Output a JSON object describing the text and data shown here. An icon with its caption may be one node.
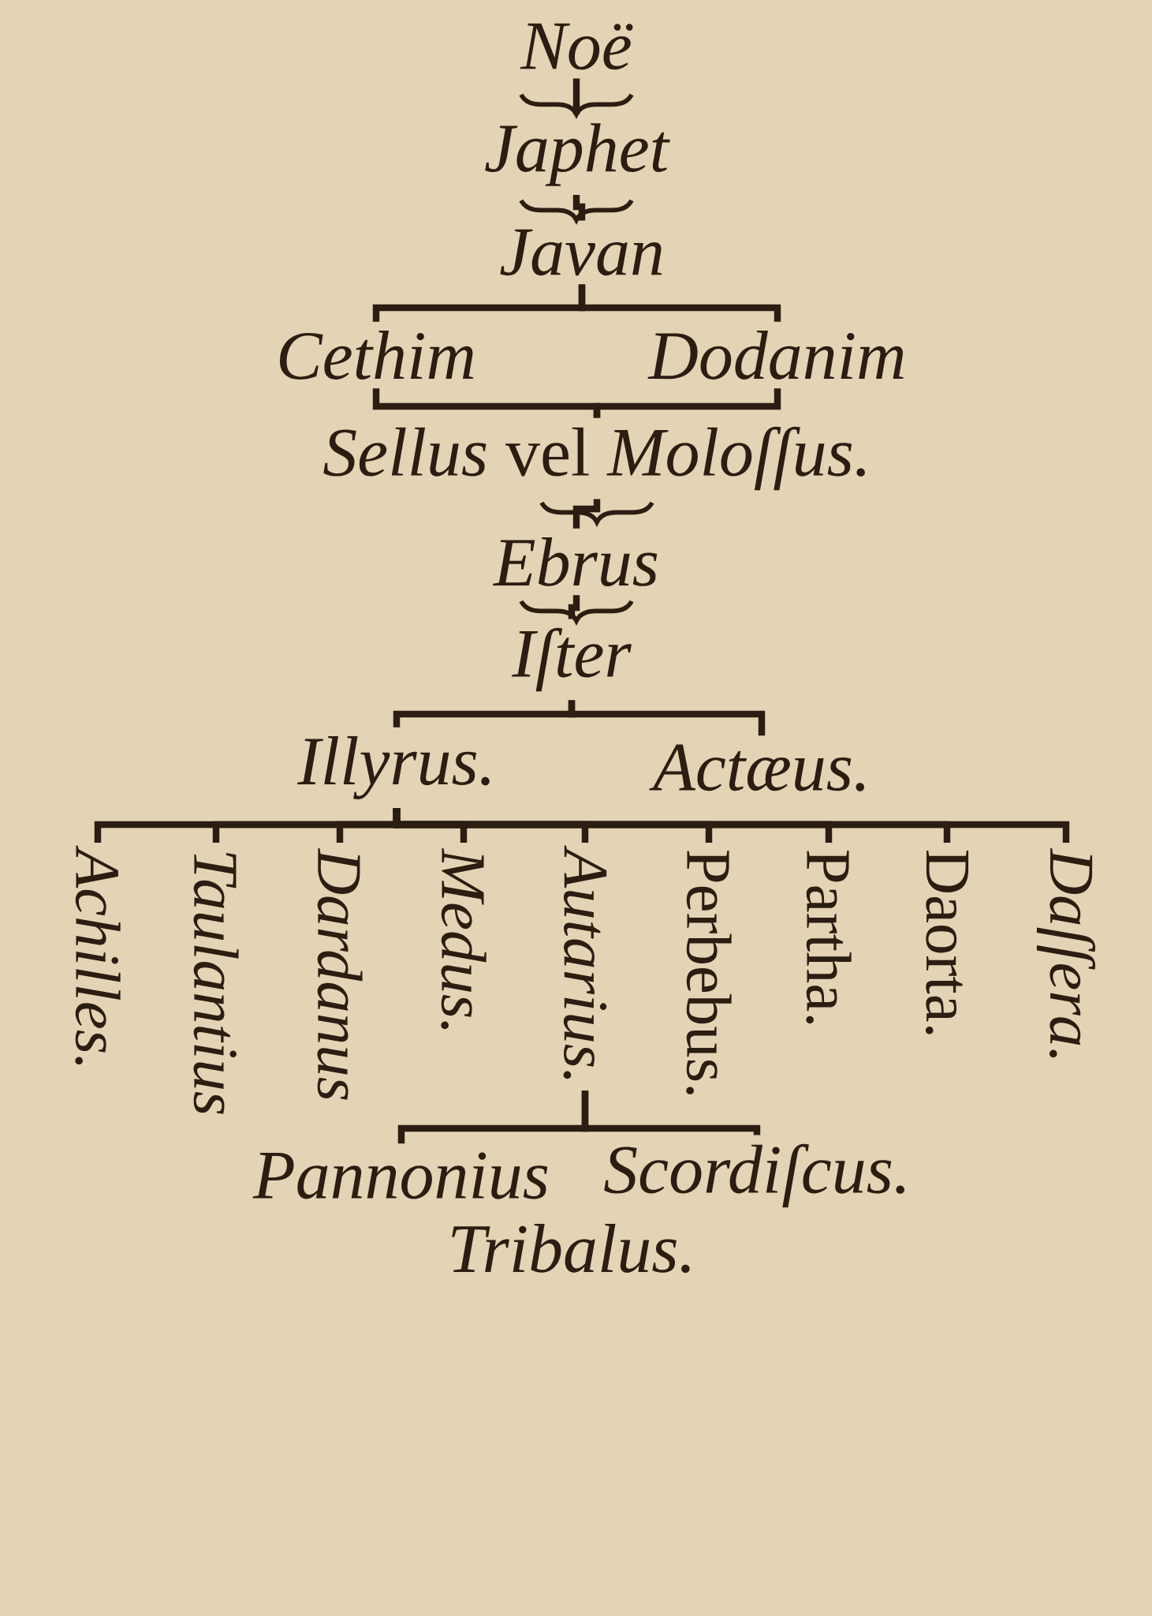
{
  "diagram": {
    "nodes": [
      {
        "text": [
          "Noë"
        ]
      },
      {
        "text": [
          "Japhet"
        ]
      },
      {
        "text": [
          "Javan"
        ]
      },
      {
        "text": [
          "Cethim"
        ]
      },
      {
        "text": [
          "Dodanim"
        ]
      },
      {
        "text": [
          "*Sellus* vel *Moloſſus.*"
        ]
      },
      {
        "text": [
          "Ebrus"
        ]
      },
      {
        "text": [
          "Iſter"
        ]
      },
      {
        "text": [
          "Illyrus."
        ]
      },
      {
        "text": [
          "Actæus."
        ]
      },
      {
        "text": [
          "Achilles."
        ]
      },
      {
        "text": [
          "Taulantius"
        ]
      },
      {
        "text": [
          "Dardanus"
        ]
      },
      {
        "text": [
          "Medus."
        ]
      },
      {
        "text": [
          "Autarius."
        ]
      },
      {
        "text": [
          "Perbebus."
        ]
      },
      {
        "text": [
          "Partha."
        ]
      },
      {
        "text": [
          "Daorta."
        ]
      },
      {
        "text": [
          "Daſſera."
        ]
      },
      {
        "text": [
          "Pannonius"
        ]
      },
      {
        "text": [
          "Scordiſcus."
        ]
      },
      {
        "text": [
          "Tribalus."
        ]
      }
    ],
    "edges": [
      {
        "from": 0,
        "to": 1,
        "arrow": "none"
      },
      {
        "from": 1,
        "to": 2,
        "arrow": "none"
      },
      {
        "from": 2,
        "to": 3,
        "arrow": "none"
      },
      {
        "from": 2,
        "to": 4,
        "arrow": "none"
      },
      {
        "from": 3,
        "to": 5,
        "arrow": "none"
      },
      {
        "from": 4,
        "to": 5,
        "arrow": "none"
      },
      {
        "from": 5,
        "to": 6,
        "arrow": "none"
      },
      {
        "from": 6,
        "to": 7,
        "arrow": "none"
      },
      {
        "from": 7,
        "to": 8,
        "arrow": "none"
      },
      {
        "from": 7,
        "to": 9,
        "arrow": "none"
      },
      {
        "from": 8,
        "to": 10,
        "arrow": "none"
      },
      {
        "from": 8,
        "to": 11,
        "arrow": "none"
      },
      {
        "from": 8,
        "to": 12,
        "arrow": "none"
      },
      {
        "from": 8,
        "to": 13,
        "arrow": "none"
      },
      {
        "from": 8,
        "to": 14,
        "arrow": "none"
      },
      {
        "from": 8,
        "to": 15,
        "arrow": "none"
      },
      {
        "from": 8,
        "to": 16,
        "arrow": "none"
      },
      {
        "from": 8,
        "to": 17,
        "arrow": "none"
      },
      {
        "from": 8,
        "to": 18,
        "arrow": "none"
      },
      {
        "from": 14,
        "to": 19,
        "arrow": "none"
      },
      {
        "from": 14,
        "to": 20,
        "arrow": "none"
      }
    ]
  }
}
